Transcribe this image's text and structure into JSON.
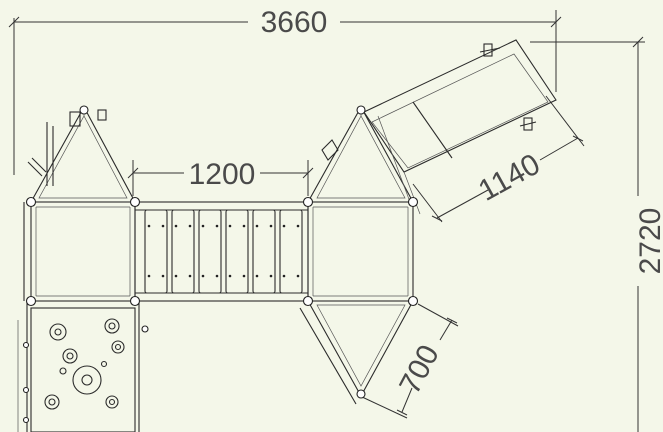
{
  "dimensions": {
    "overall_width": "3660",
    "overall_height": "2720",
    "bridge_length": "1200",
    "slide_length": "1140",
    "side_offset": "700"
  },
  "colors": {
    "background": "#f4f7e9",
    "line": "#2b2b2b",
    "dimension_text": "#4a4a4a"
  }
}
